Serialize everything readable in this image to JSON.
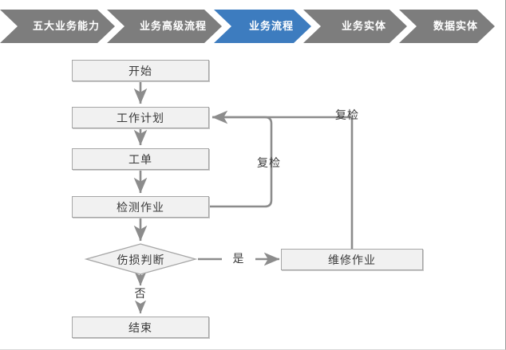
{
  "breadcrumb": {
    "active_index": 2,
    "colors": {
      "inactive": "#7d7d7d",
      "active": "#3d7cbf",
      "text": "#ffffff"
    },
    "items": [
      {
        "label": "五大业务能力",
        "active": false
      },
      {
        "label": "业务高级流程",
        "active": false
      },
      {
        "label": "业务流程",
        "active": true
      },
      {
        "label": "业务实体",
        "active": false
      },
      {
        "label": "数据实体",
        "active": false
      }
    ]
  },
  "flowchart": {
    "type": "flowchart",
    "colors": {
      "node_fill": "#f1f1f1",
      "node_border": "#a6a6a6",
      "connector": "#8c8c8c",
      "text": "#3b3b3b"
    },
    "nodes": [
      {
        "id": "start",
        "shape": "process",
        "label": "开始"
      },
      {
        "id": "work-plan",
        "shape": "process",
        "label": "工作计划"
      },
      {
        "id": "work-order",
        "shape": "process",
        "label": "工单"
      },
      {
        "id": "inspection",
        "shape": "process",
        "label": "检测作业"
      },
      {
        "id": "damage-decision",
        "shape": "decision",
        "label": "伤损判断"
      },
      {
        "id": "repair",
        "shape": "process",
        "label": "维修作业"
      },
      {
        "id": "end",
        "shape": "process",
        "label": "结束"
      }
    ],
    "edge_labels": {
      "recheck_inner": "复检",
      "recheck_outer": "复检",
      "yes": "是",
      "no": "否"
    },
    "edges": [
      {
        "from": "start",
        "to": "work-plan",
        "label": ""
      },
      {
        "from": "work-plan",
        "to": "work-order",
        "label": ""
      },
      {
        "from": "work-order",
        "to": "inspection",
        "label": ""
      },
      {
        "from": "inspection",
        "to": "damage-decision",
        "label": ""
      },
      {
        "from": "inspection",
        "to": "work-plan",
        "label": "复检"
      },
      {
        "from": "damage-decision",
        "to": "repair",
        "label": "是"
      },
      {
        "from": "damage-decision",
        "to": "end",
        "label": "否"
      },
      {
        "from": "repair",
        "to": "work-plan",
        "label": "复检"
      }
    ]
  }
}
